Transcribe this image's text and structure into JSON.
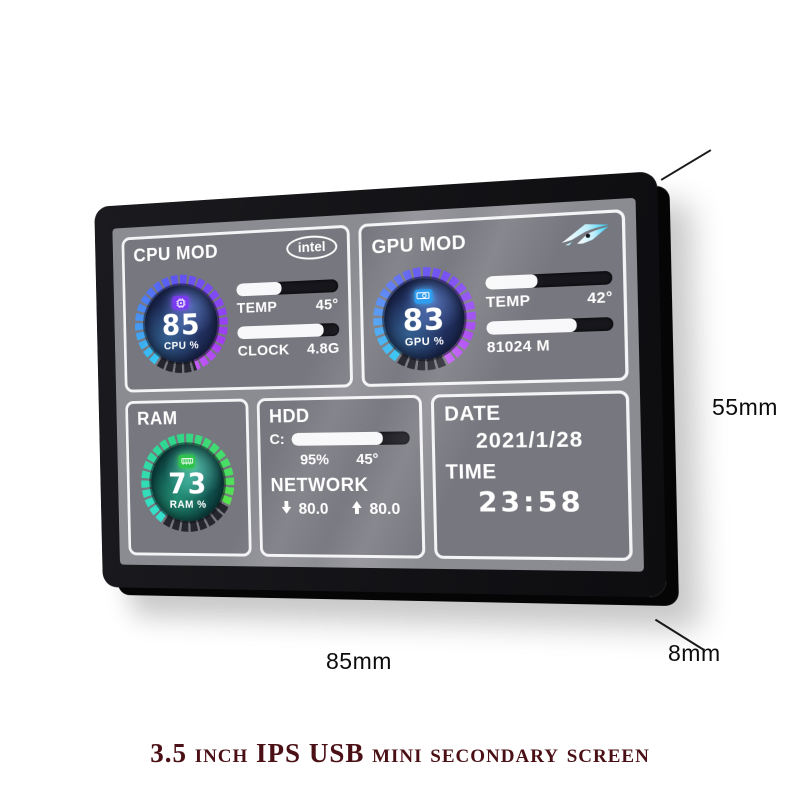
{
  "product": {
    "caption": "3.5 inch IPS USB mini secondary screen",
    "dimensions": {
      "height": "55mm",
      "width": "85mm",
      "depth": "8mm"
    }
  },
  "screen": {
    "cpu_panel": {
      "title": "CPU MOD",
      "brand_badge": "intel",
      "gauge": {
        "value": "85",
        "unit_label": "CPU %",
        "ring_percent": 85
      },
      "temp": {
        "label": "TEMP",
        "value": "45°",
        "bar_percent": 45
      },
      "clock": {
        "label": "CLOCK",
        "value": "4.8G",
        "bar_percent": 85
      }
    },
    "gpu_panel": {
      "title": "GPU MOD",
      "gauge": {
        "value": "83",
        "unit_label": "GPU %",
        "ring_percent": 83
      },
      "temp": {
        "label": "TEMP",
        "value": "42°",
        "bar_percent": 42
      },
      "vram": {
        "value": "81024 M",
        "bar_percent": 72
      }
    },
    "ram_panel": {
      "title": "RAM",
      "gauge": {
        "value": "73",
        "unit_label": "RAM %",
        "ring_percent": 73
      }
    },
    "hdd_panel": {
      "title": "HDD",
      "drive_label": "C:",
      "drive_bar_percent": 78,
      "usage_percent": "95%",
      "temp": "45°"
    },
    "network": {
      "title": "NETWORK",
      "download": "80.0",
      "upload": "80.0"
    },
    "datetime_panel": {
      "date_label": "DATE",
      "date_value": "2021/1/28",
      "time_label": "TIME",
      "time_value": "23:58"
    }
  },
  "icons": {
    "intel_logo": "intel-oval-badge",
    "rog_logo": "asus-rog-eye",
    "cpu_icon": "cpu-chip",
    "gpu_icon": "graphics-card",
    "ram_icon": "memory-stick",
    "down_arrow": "▼",
    "up_arrow": "▲"
  },
  "colors": {
    "frame": "#141416",
    "screen_bg": "#8b8b92",
    "panel_bg": "#77777f",
    "panel_border": "#f4f4f6",
    "cpu_accent": "#a43df2",
    "gpu_accent": "#35c8f2",
    "ram_accent": "#3de8b0",
    "rog_cyan": "#2fd4f5",
    "caption_color": "#4b1016",
    "text": "#ffffff"
  }
}
